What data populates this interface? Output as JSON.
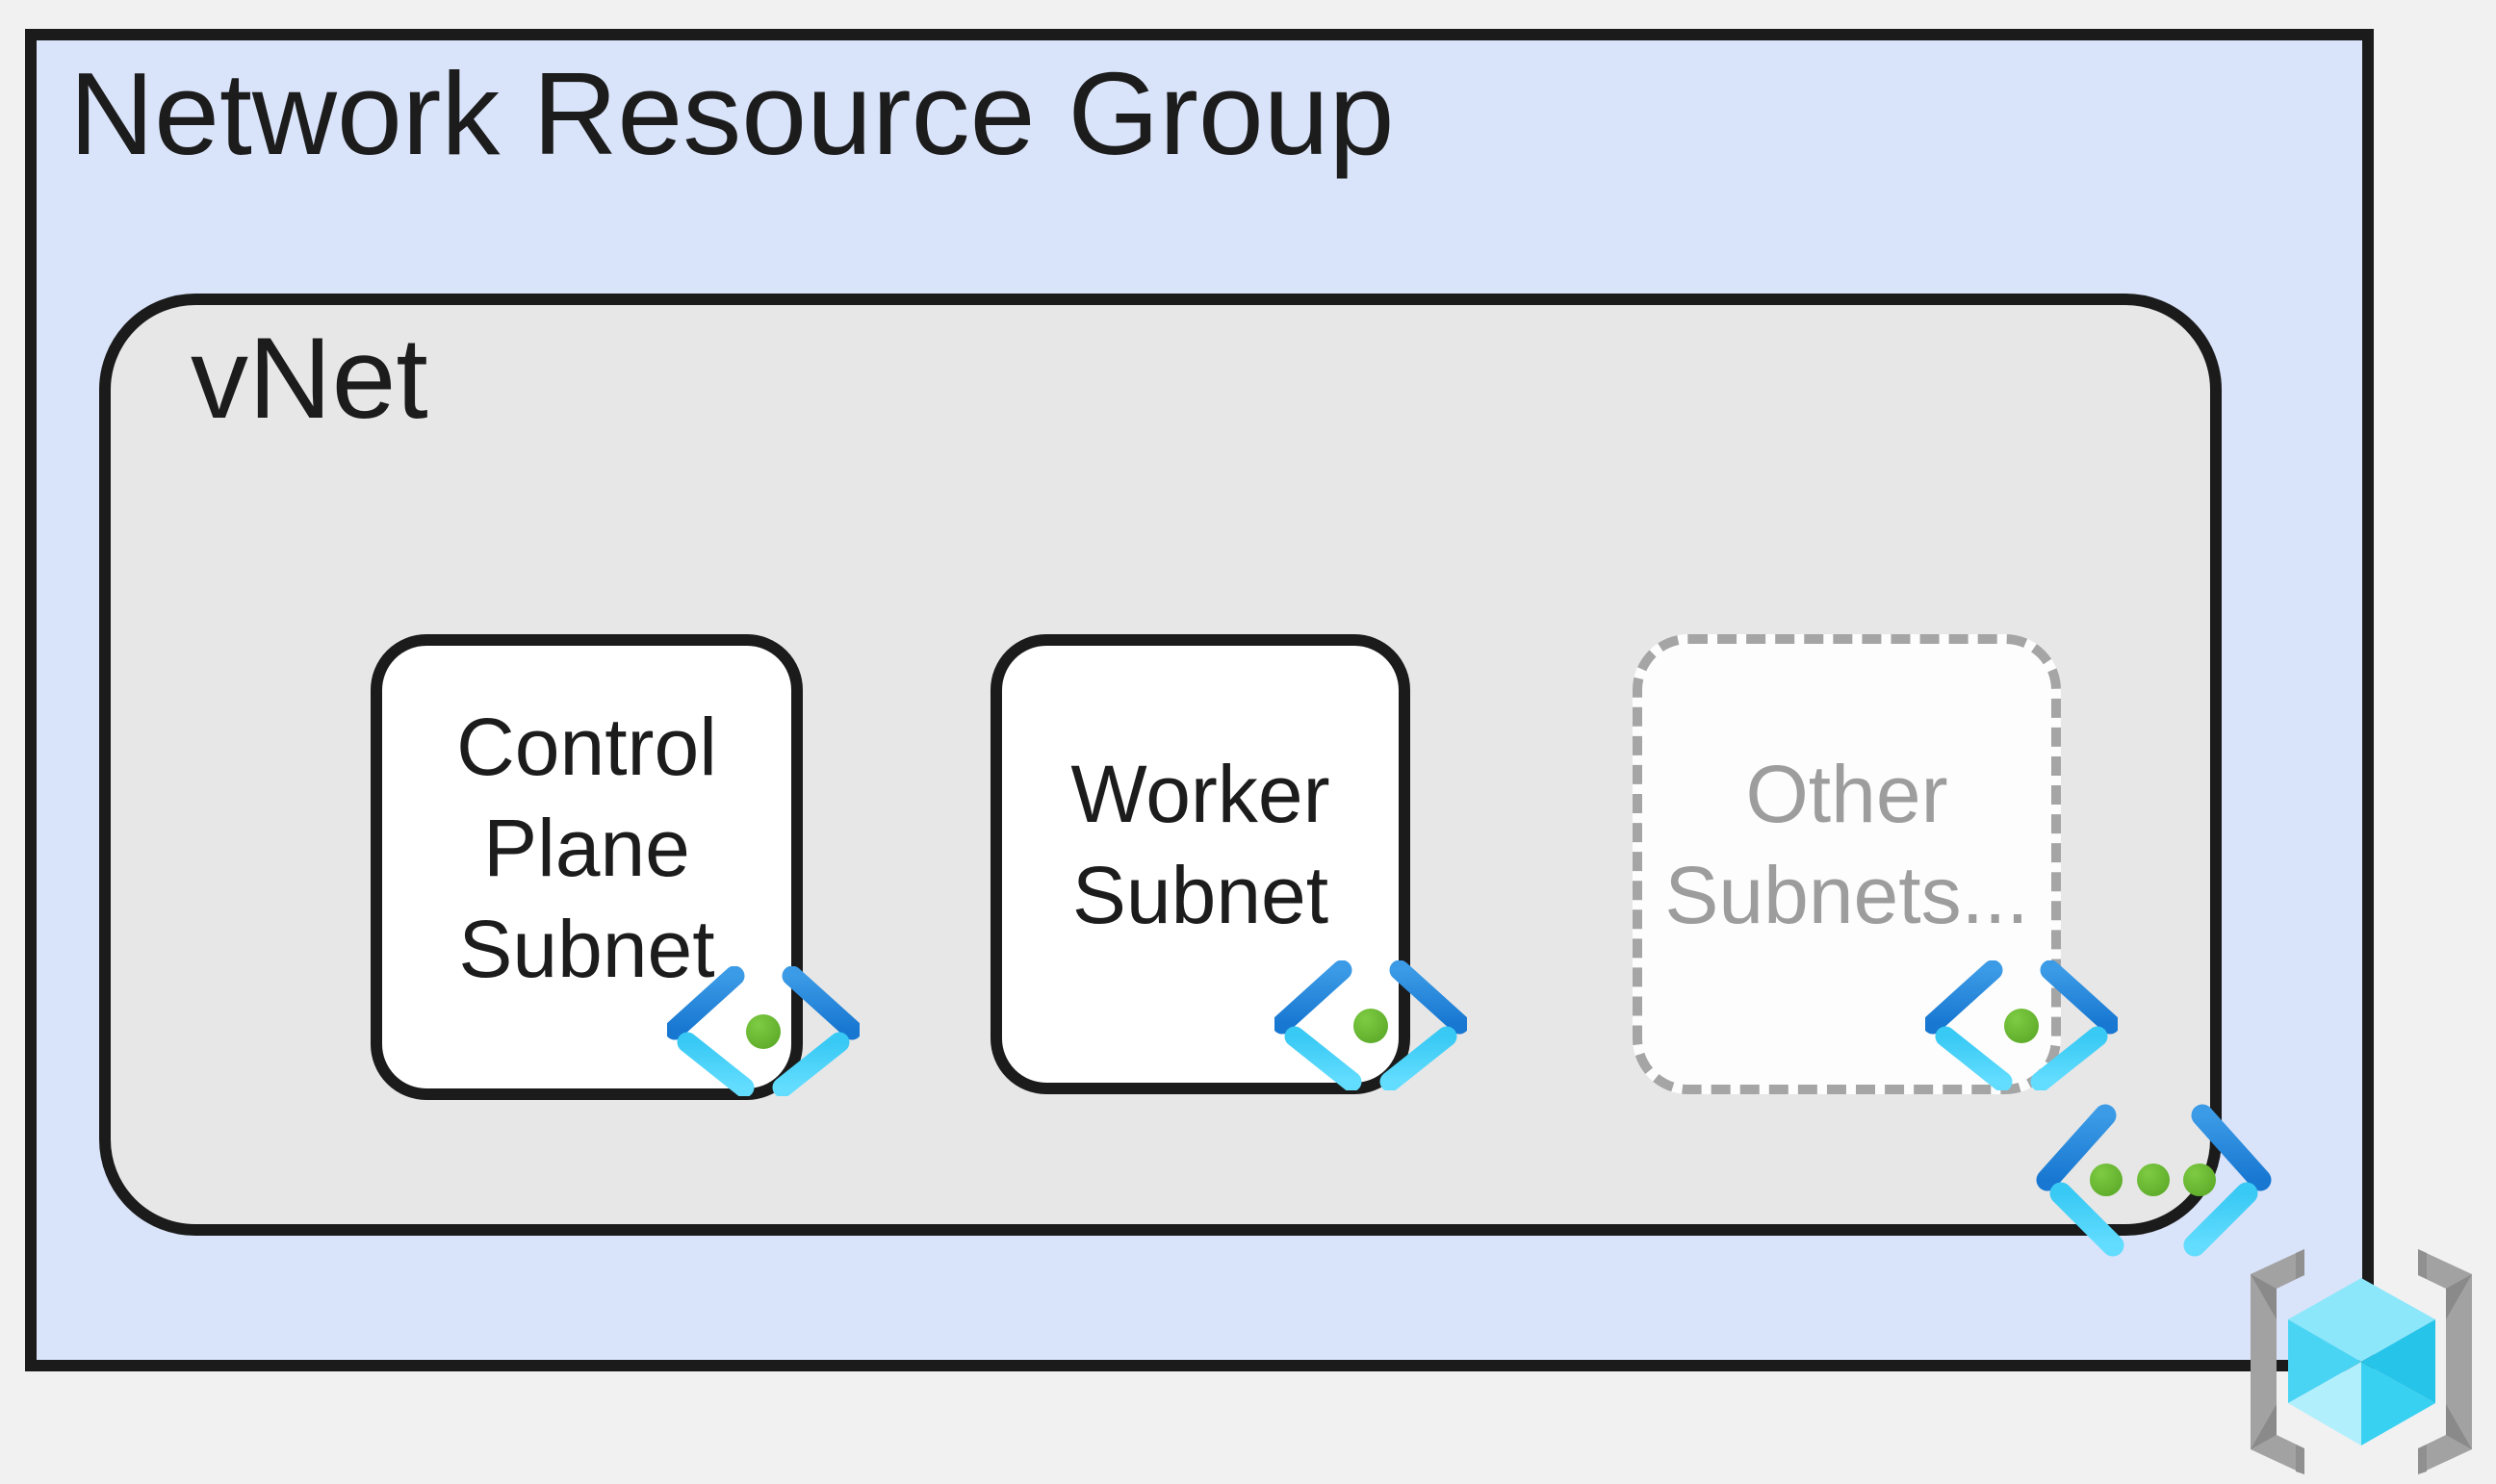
{
  "resource_group": {
    "label": "Network Resource Group"
  },
  "vnet": {
    "label": "vNet"
  },
  "subnets": {
    "control_plane": {
      "label": "Control\nPlane\nSubnet"
    },
    "worker": {
      "label": "Worker\nSubnet"
    },
    "other": {
      "label": "Other\nSubnets..."
    }
  },
  "icons": {
    "subnet_icon": "azure-subnet-icon",
    "vnet_icon": "azure-virtual-network-icon",
    "aks_icon": "azure-kubernetes-service-icon"
  },
  "colors": {
    "page_background": "#f1f1f2",
    "resource_group_fill": "#d9e3f9",
    "vnet_fill": "#e7e7e7",
    "subnet_fill": "#ffffff",
    "border_black": "#1b1b1b",
    "muted_gray_text": "#9d9d9d",
    "dashed_border_gray": "#a5a5a5",
    "icon_blue": "#1e7fd6",
    "icon_cyan": "#49d2f9",
    "icon_green": "#67bd31",
    "aks_cube_cyan": "#3bd1f1",
    "aks_bracket_gray": "#a2a2a2"
  }
}
